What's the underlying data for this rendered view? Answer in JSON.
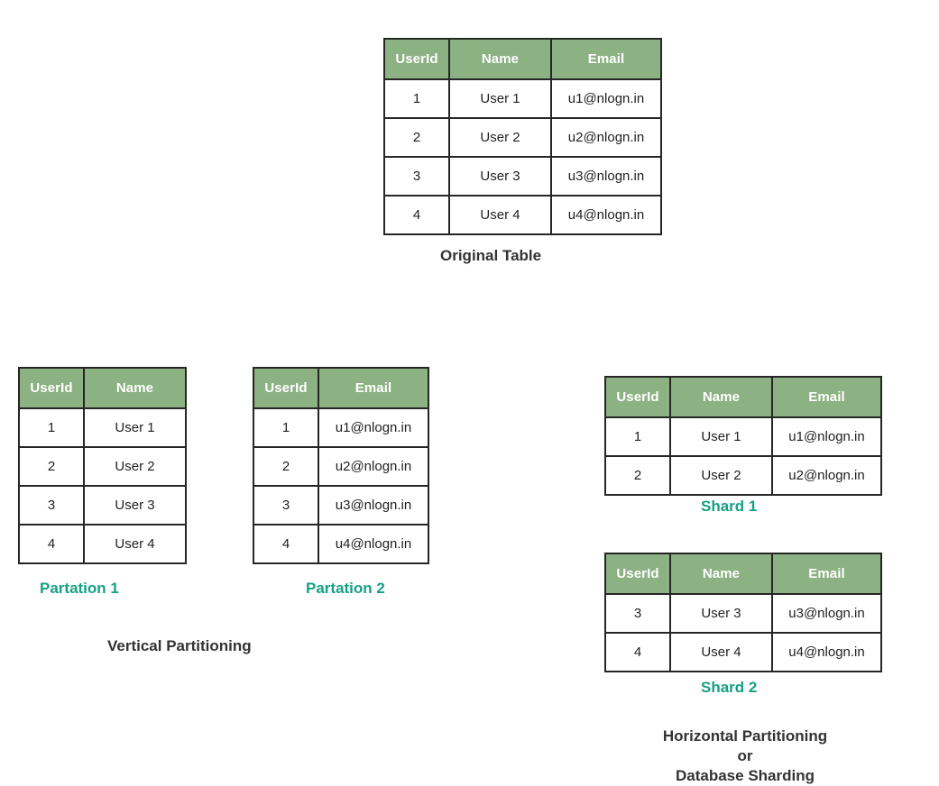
{
  "diagram": {
    "title_original": "Original Table",
    "title_vertical": "Vertical Partitioning",
    "accent_color": "#16A085",
    "header_color": "#8CB182",
    "text_color": "#333333"
  },
  "columns": {
    "userid": "UserId",
    "name": "Name",
    "email": "Email"
  },
  "original_table": {
    "caption": "Original Table",
    "headers": [
      "UserId",
      "Name",
      "Email"
    ],
    "rows": [
      {
        "userid": "1",
        "name": "User 1",
        "email": "u1@nlogn.in"
      },
      {
        "userid": "2",
        "name": "User 2",
        "email": "u2@nlogn.in"
      },
      {
        "userid": "3",
        "name": "User 3",
        "email": "u3@nlogn.in"
      },
      {
        "userid": "4",
        "name": "User 4",
        "email": "u4@nlogn.in"
      }
    ]
  },
  "vertical": {
    "section_caption": "Vertical Partitioning",
    "partition1": {
      "label": "Partation 1",
      "headers": [
        "UserId",
        "Name"
      ],
      "rows": [
        {
          "userid": "1",
          "name": "User 1"
        },
        {
          "userid": "2",
          "name": "User 2"
        },
        {
          "userid": "3",
          "name": "User 3"
        },
        {
          "userid": "4",
          "name": "User 4"
        }
      ]
    },
    "partition2": {
      "label": "Partation 2",
      "headers": [
        "UserId",
        "Email"
      ],
      "rows": [
        {
          "userid": "1",
          "email": "u1@nlogn.in"
        },
        {
          "userid": "2",
          "email": "u2@nlogn.in"
        },
        {
          "userid": "3",
          "email": "u3@nlogn.in"
        },
        {
          "userid": "4",
          "email": "u4@nlogn.in"
        }
      ]
    }
  },
  "horizontal": {
    "caption_line1": "Horizontal Partitioning",
    "caption_line2": "or",
    "caption_line3": "Database Sharding",
    "shard1": {
      "label": "Shard 1",
      "headers": [
        "UserId",
        "Name",
        "Email"
      ],
      "rows": [
        {
          "userid": "1",
          "name": "User 1",
          "email": "u1@nlogn.in"
        },
        {
          "userid": "2",
          "name": "User 2",
          "email": "u2@nlogn.in"
        }
      ]
    },
    "shard2": {
      "label": "Shard 2",
      "headers": [
        "UserId",
        "Name",
        "Email"
      ],
      "rows": [
        {
          "userid": "3",
          "name": "User 3",
          "email": "u3@nlogn.in"
        },
        {
          "userid": "4",
          "name": "User 4",
          "email": "u4@nlogn.in"
        }
      ]
    }
  }
}
